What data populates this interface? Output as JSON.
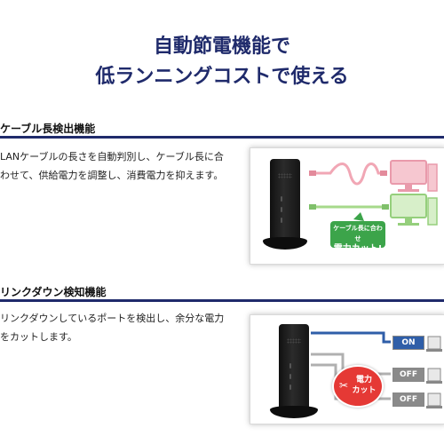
{
  "headline": {
    "line1": "自動節電機能で",
    "line2": "低ランニングコストで使える"
  },
  "sections": [
    {
      "title": "ケーブル長検出機能",
      "description_line1": "LANケーブルの長さを自動判別し、ケーブル長に合",
      "description_line2": "わせて、供給電力を調整し、消費電力を抑えます。",
      "figure": {
        "bubble_line1": "ケーブル長に合わせ",
        "bubble_line2": "電力カット!"
      }
    },
    {
      "title": "リンクダウン検知機能",
      "description_line1": "リンクダウンしているポートを検出し、余分な電力",
      "description_line2": "をカットします。",
      "figure": {
        "on_label": "ON",
        "off_label_1": "OFF",
        "off_label_2": "OFF",
        "cut_line1": "電力",
        "cut_line2": "カット"
      }
    }
  ],
  "colors": {
    "heading": "#1f2a6b",
    "rule": "#1f2a6b",
    "bubble_green": "#3ca44a",
    "cut_red": "#e53935",
    "cable_pink": "#f1a7b5",
    "cable_green": "#a6d98a",
    "on_blue": "#2f5ea8"
  }
}
